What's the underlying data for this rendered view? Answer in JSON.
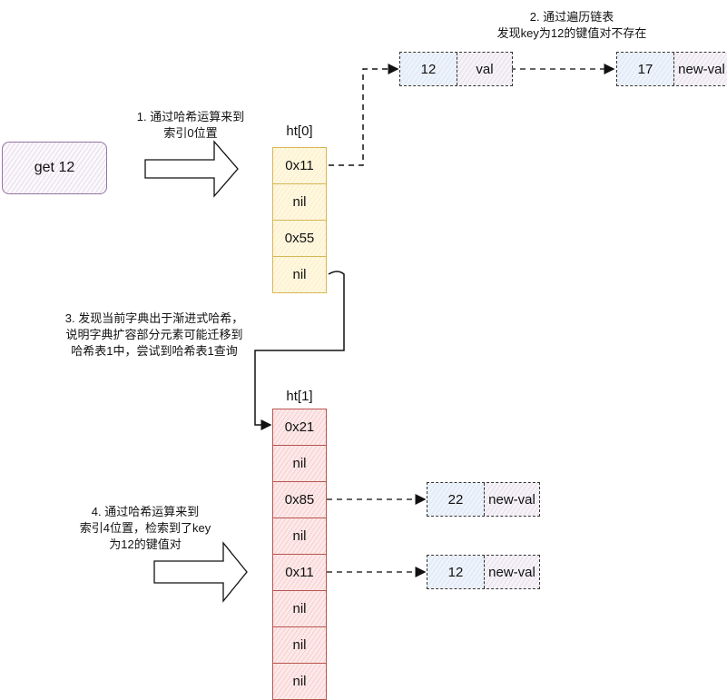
{
  "command": {
    "label": "get 12"
  },
  "steps": {
    "step1": "1. 通过哈希运算来到\n索引0位置",
    "step2": "2. 通过遍历链表\n发现key为12的键值对不存在",
    "step3": "3. 发现当前字典出于渐进式哈希，\n说明字典扩容部分元素可能迁移到\n哈希表1中，尝试到哈希表1查询",
    "step4": "4. 通过哈希运算来到\n索引4位置，检索到了key\n为12的键值对"
  },
  "ht0": {
    "title": "ht[0]",
    "color": "#d6b656",
    "cells": [
      "0x11",
      "nil",
      "0x55",
      "nil"
    ]
  },
  "ht1": {
    "title": "ht[1]",
    "color": "#b85450",
    "cells": [
      "0x21",
      "nil",
      "0x85",
      "nil",
      "0x11",
      "nil",
      "nil",
      "nil"
    ]
  },
  "chain0": [
    {
      "key": "12",
      "value": "val"
    },
    {
      "key": "17",
      "value": "new-val"
    }
  ],
  "chain1_slot2": {
    "key": "22",
    "value": "new-val"
  },
  "chain1_slot4": {
    "key": "12",
    "value": "new-val"
  }
}
